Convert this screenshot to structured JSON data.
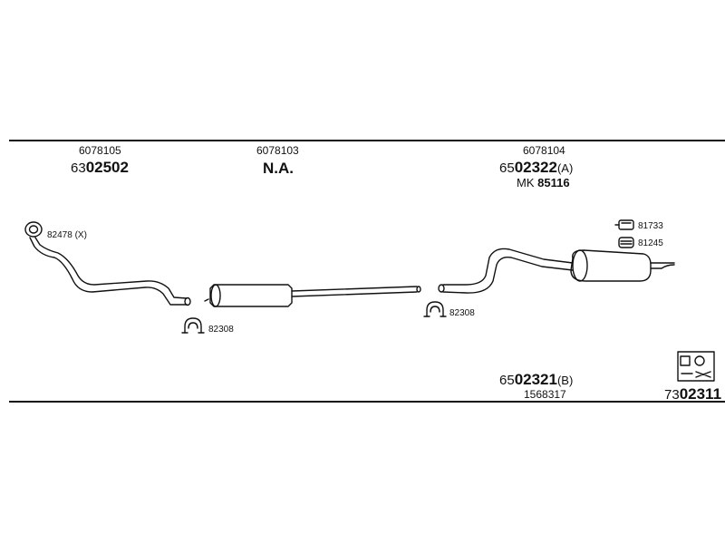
{
  "parts": {
    "front_pipe": {
      "ref": "6078105",
      "code_prefix": "63",
      "code_main": "02502",
      "clip_ref": "82308",
      "gasket_ref": "82478 (X)"
    },
    "middle_silencer": {
      "ref": "6078103",
      "code": "N.A."
    },
    "rear_silencer": {
      "ref": "6078104",
      "code_prefix": "65",
      "code_main": "02322",
      "code_suffix": "(A)",
      "kit_prefix": "MK",
      "kit_number": "85116",
      "clip_ref": "82308",
      "hanger_ref_1": "81733",
      "hanger_ref_2": "81245"
    },
    "alternative_rear": {
      "code_prefix": "65",
      "code_main": "02321",
      "code_suffix": "(B)",
      "ref": "1568317"
    },
    "mounting_kit": {
      "code_prefix": "73",
      "code_main": "02311"
    }
  }
}
